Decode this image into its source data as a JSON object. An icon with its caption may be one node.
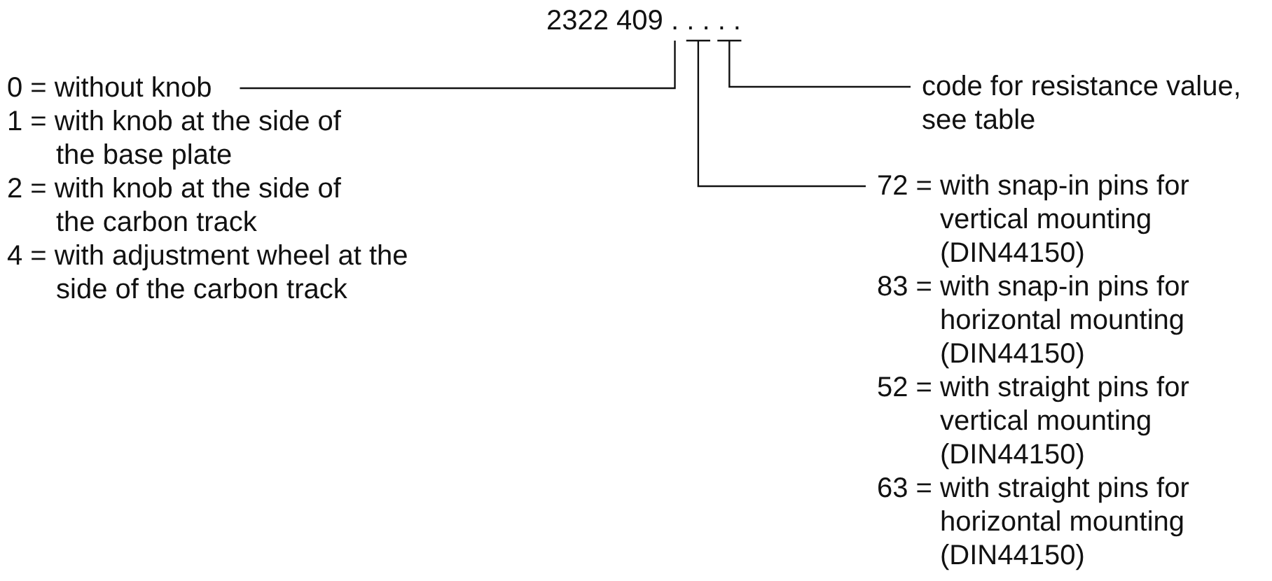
{
  "diagram": {
    "nodes": [
      {
        "text": [
          "2322 409 . . . . ."
        ]
      },
      {
        "text": [
          "0 = without knob",
          "1 = with knob at the side of the base plate",
          "2 = with knob at the side of the carbon track",
          "4 = with adjustment wheel at the side of the carbon track"
        ]
      },
      {
        "text": [
          "72 = with snap-in pins for vertical mounting (DIN44150)",
          "83 = with snap-in pins for horizontal mounting (DIN44150)",
          "52 = with straight pins for vertical mounting (DIN44150)",
          "63 = with straight pins for horizontal mounting (DIN44150)"
        ]
      },
      {
        "text": [
          "code for resistance value, see table"
        ]
      }
    ],
    "edges": [
      {
        "from": 1,
        "to": 0,
        "arrow": "none"
      },
      {
        "from": 2,
        "to": 0,
        "arrow": "none"
      },
      {
        "from": 3,
        "to": 0,
        "arrow": "none"
      }
    ]
  }
}
